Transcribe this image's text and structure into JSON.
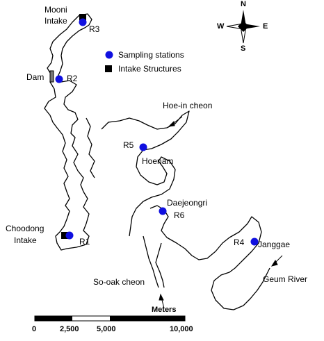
{
  "legend": {
    "items": [
      {
        "label": "Sampling stations",
        "marker": "circle",
        "color": "#1010e0"
      },
      {
        "label": "Intake Structures",
        "marker": "square",
        "color": "#000000"
      }
    ]
  },
  "compass": {
    "n": "N",
    "s": "S",
    "e": "E",
    "w": "W"
  },
  "stations": [
    {
      "id": "R1",
      "label": "R1"
    },
    {
      "id": "R2",
      "label": "R2"
    },
    {
      "id": "R3",
      "label": "R3"
    },
    {
      "id": "R4",
      "label": "R4"
    },
    {
      "id": "R5",
      "label": "R5"
    },
    {
      "id": "R6",
      "label": "R6"
    }
  ],
  "places": {
    "mooni": [
      "Mooni",
      "Intake"
    ],
    "dam": "Dam",
    "choodong": [
      "Choodong",
      "Intake"
    ],
    "hoein": "Hoe-in cheon",
    "hoenam": "Hoenam",
    "daejeongri": "Daejeongri",
    "janggae": "Janggae",
    "sooak": "So-oak cheon",
    "geum": "Geum River"
  },
  "scalebar": {
    "unit": "Meters",
    "ticks": [
      "0",
      "2,500",
      "5,000",
      "10,000"
    ]
  },
  "colors": {
    "station": "#1010e0",
    "intake": "#000000",
    "outline": "#000000"
  }
}
